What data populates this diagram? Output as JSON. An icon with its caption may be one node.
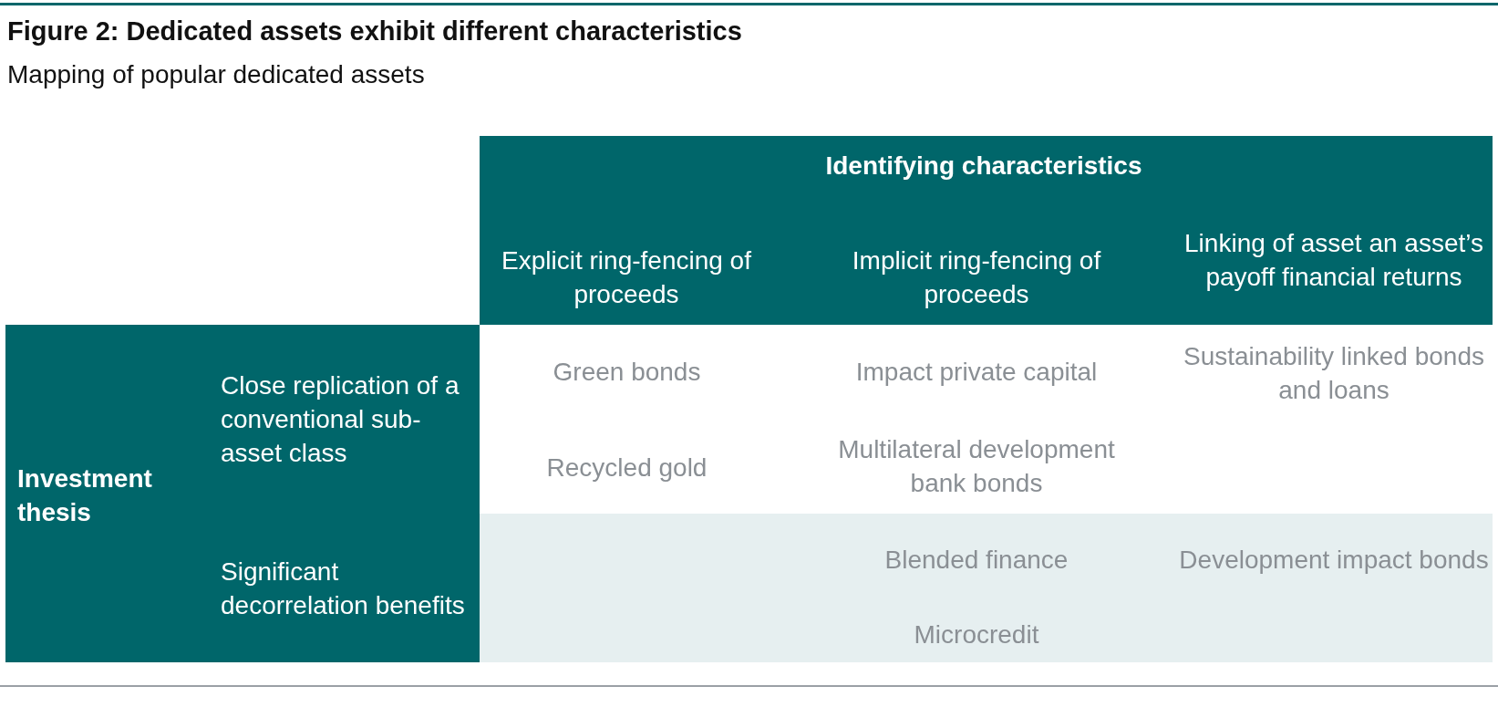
{
  "diagram": {
    "title": "Figure 2: Dedicated assets exhibit different characteristics",
    "labels": [
      "Mapping of popular dedicated assets",
      "Identifying characteristics",
      "Explicit ring-fencing of proceeds",
      "Implicit ring-fencing of proceeds",
      "Linking of asset an asset’s payoff financial returns",
      "Investment thesis",
      "Close replication of a conventional sub-asset class",
      "Green bonds",
      "Impact private capital",
      "Sustainability linked bonds and loans",
      "Recycled gold",
      "Multilateral development bank bonds",
      "Significant decorrelation benefits",
      "Blended finance",
      "Development impact bonds",
      "Microcredit"
    ]
  }
}
